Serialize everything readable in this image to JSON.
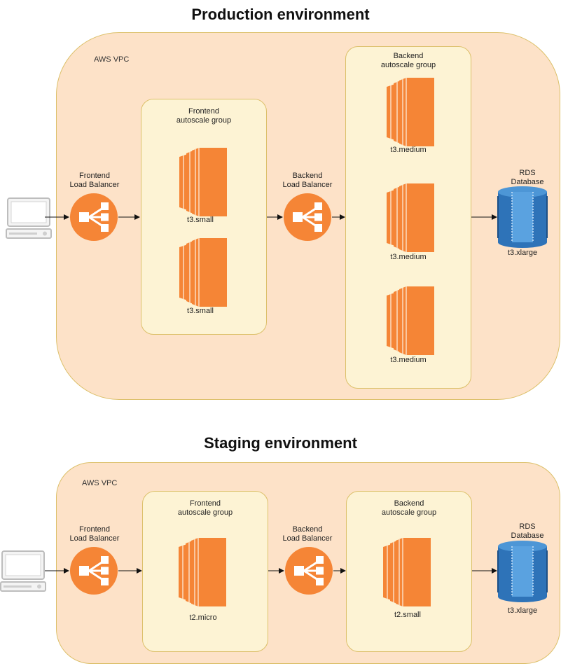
{
  "production": {
    "title": "Production environment",
    "vpc_label": "AWS VPC",
    "frontend_lb": "Frontend\nLoad Balancer",
    "frontend_asg": "Frontend\nautoscale group",
    "frontend_instances": [
      "t3.small",
      "t3.small"
    ],
    "backend_lb": "Backend\nLoad Balancer",
    "backend_asg": "Backend\nautoscale group",
    "backend_instances": [
      "t3.medium",
      "t3.medium",
      "t3.medium"
    ],
    "db_label": "RDS\nDatabase",
    "db_instance": "t3.xlarge"
  },
  "staging": {
    "title": "Staging environment",
    "vpc_label": "AWS VPC",
    "frontend_lb": "Frontend\nLoad Balancer",
    "frontend_asg": "Frontend\nautoscale group",
    "frontend_instances": [
      "t2.micro"
    ],
    "backend_lb": "Backend\nLoad Balancer",
    "backend_asg": "Backend\nautoscale group",
    "backend_instances": [
      "t2.small"
    ],
    "db_label": "RDS\nDatabase",
    "db_instance": "t3.xlarge"
  },
  "colors": {
    "vpc_fill": "#fde2c8",
    "asg_fill": "#fdf3d4",
    "ec2_orange": "#f58536",
    "elb_orange": "#f58536",
    "rds_blue": "#2e73b8"
  }
}
